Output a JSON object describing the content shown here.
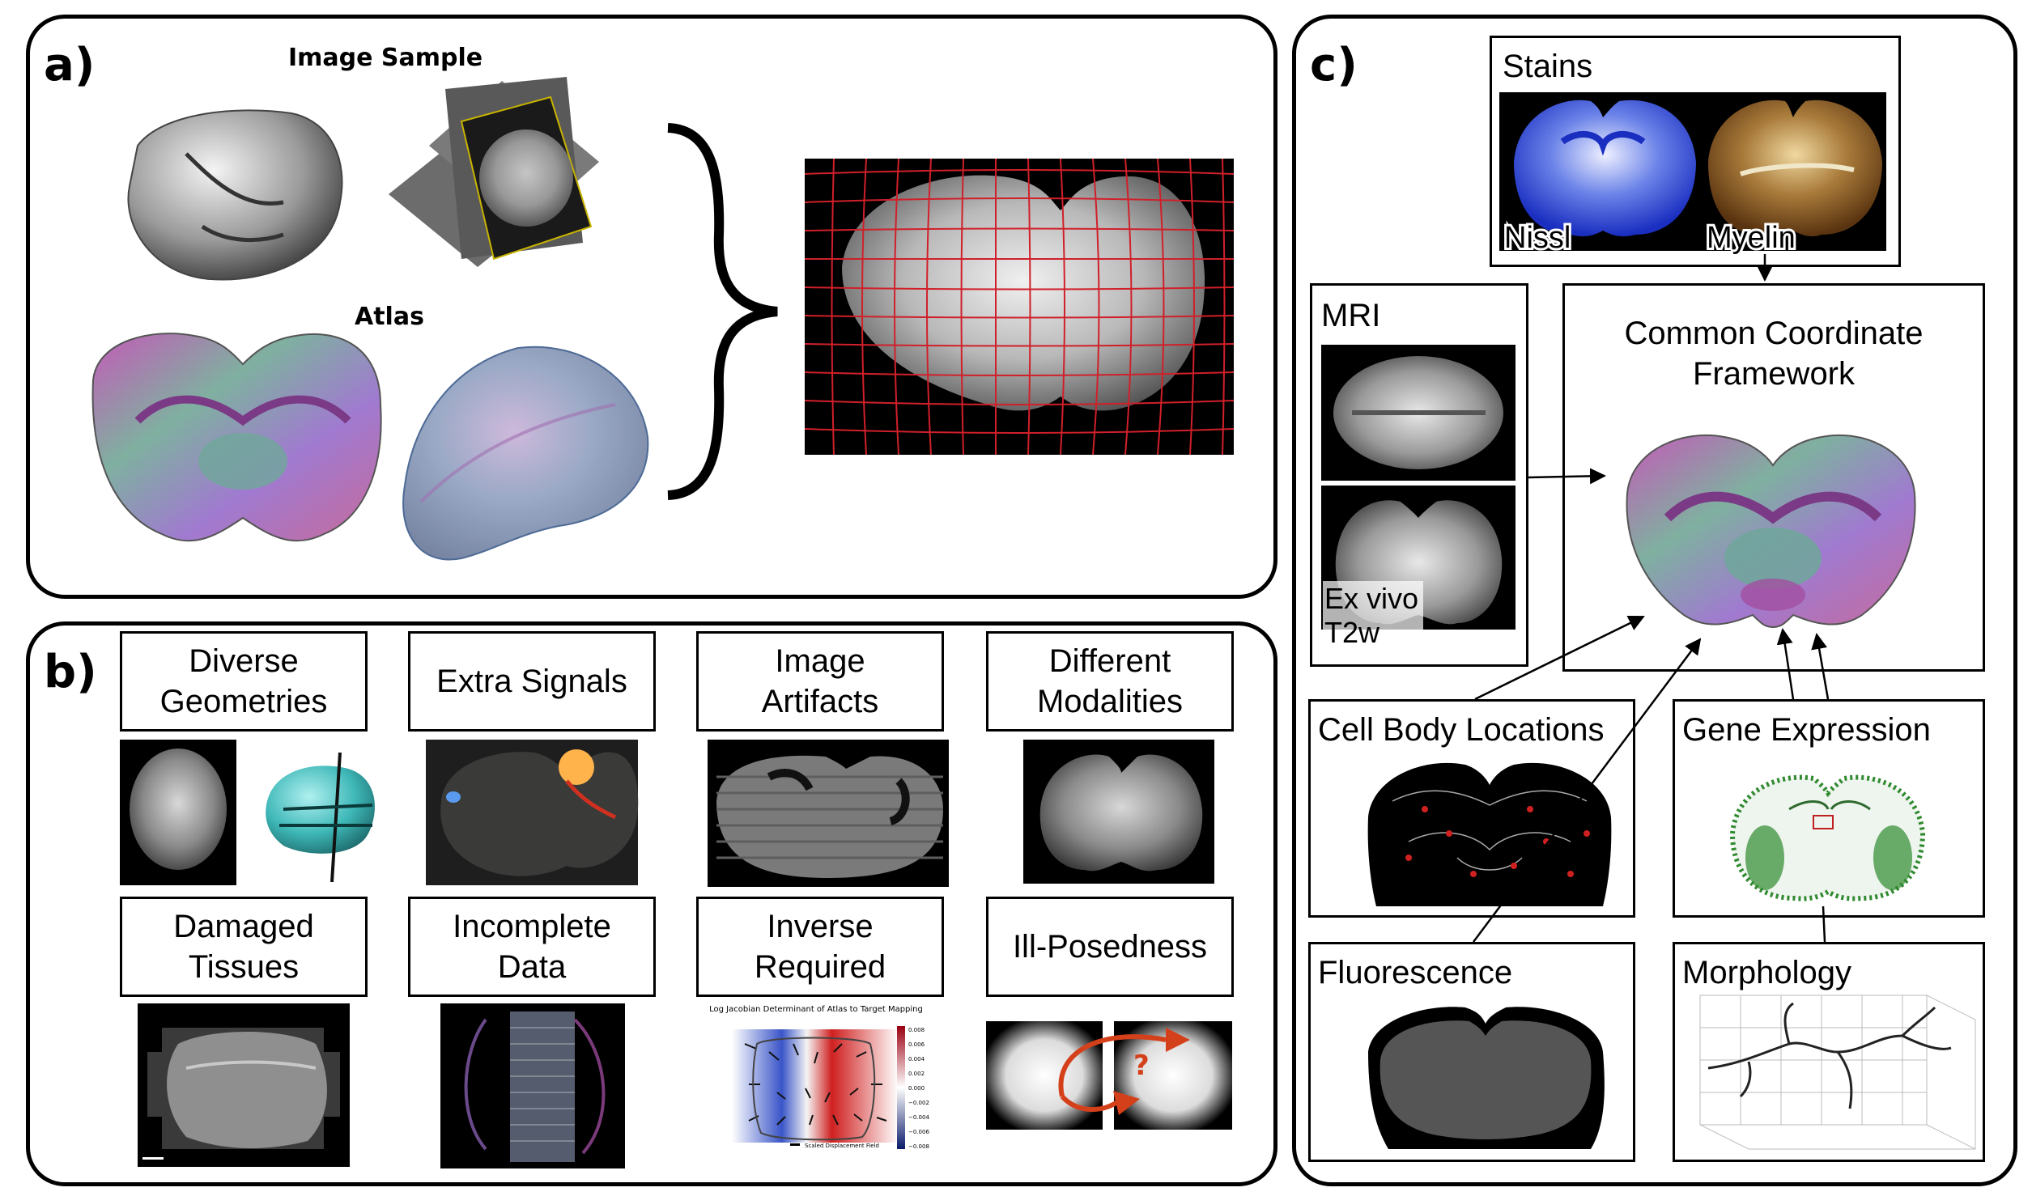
{
  "panel_a": {
    "label": "a)",
    "image_sample_title": "Image Sample",
    "atlas_title": "Atlas"
  },
  "panel_b": {
    "label": "b)",
    "challenges": [
      "Diverse\nGeometries",
      "Extra Signals",
      "Image\nArtifacts",
      "Different\nModalities",
      "Damaged\nTissues",
      "Incomplete\nData",
      "Inverse\nRequired",
      "Ill-Posedness"
    ],
    "jacobian_title": "Log Jacobian Determinant of Atlas to Target Mapping",
    "colorbar_ticks": [
      "0.008",
      "0.006",
      "0.004",
      "0.002",
      "0.000",
      "−0.002",
      "−0.004",
      "−0.006",
      "−0.008"
    ],
    "quiver_legend": "Scaled Displacement Field",
    "question_mark": "?"
  },
  "panel_c": {
    "label": "c)",
    "stains_title": "Stains",
    "nissl_label": "Nissl",
    "myelin_label": "Myelin",
    "mri_title": "MRI",
    "exvivo_label": "Ex vivo\nT2w",
    "ccf_title": "Common Coordinate\nFramework",
    "cell_body_title": "Cell Body Locations",
    "gene_expression_title": "Gene Expression",
    "fluorescence_title": "Fluorescence",
    "morphology_title": "Morphology"
  },
  "colors": {
    "grid_red": "#d0202a",
    "nissl_blue": "#1f3fd0",
    "myelin_brown": "#8a5a22",
    "gene_green": "#2f8a2f",
    "arrow_orange": "#d4401a",
    "atlas_purple": "#a24fa0",
    "atlas_teal": "#6fa79a"
  }
}
